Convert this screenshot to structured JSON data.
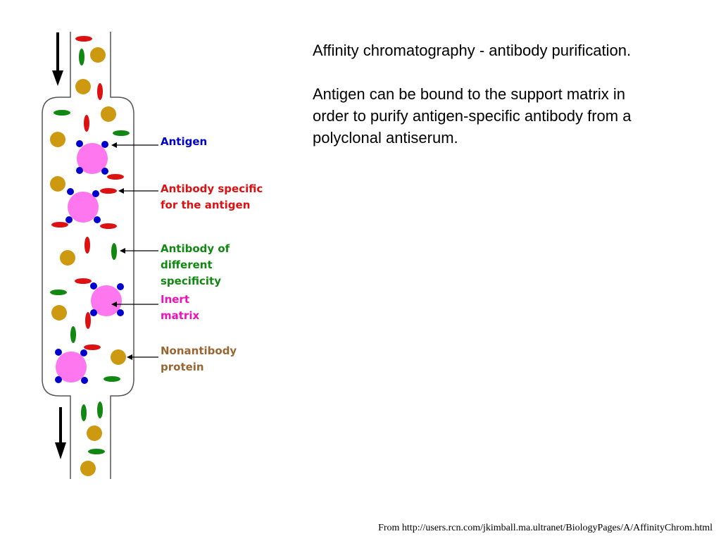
{
  "slide": {
    "title": "Affinity chromatography - antibody purification.",
    "body": "Antigen can be bound to the support matrix in order to purify antigen-specific antibody from a polyclonal antiserum.",
    "body_lines": [
      "Antigen can be bound to the support matrix in",
      "order to purify antigen-specific antibody from a",
      "polyclonal antiserum."
    ],
    "source": "From http://users.rcn.com/jkimball.ma.ultranet/BiologyPages/A/AffinityChrom.html"
  },
  "diagram": {
    "labels": {
      "antigen": [
        "Antigen"
      ],
      "specific_antibody": [
        "Antibody specific",
        "for the antigen"
      ],
      "other_antibody": [
        "Antibody of",
        "different",
        "specificity"
      ],
      "matrix": [
        "Inert",
        "matrix"
      ],
      "nonantibody": [
        "Nonantibody",
        "protein"
      ]
    },
    "colors": {
      "antigen": "#0000cc",
      "specific_antibody": "#dd1111",
      "other_antibody": "#118811",
      "matrix": "#ff77ee",
      "nonantibody": "#cc9911",
      "nonantibody_text": "#996633"
    },
    "icons": [
      "down-arrow-icon-top",
      "down-arrow-icon-bottom"
    ]
  }
}
